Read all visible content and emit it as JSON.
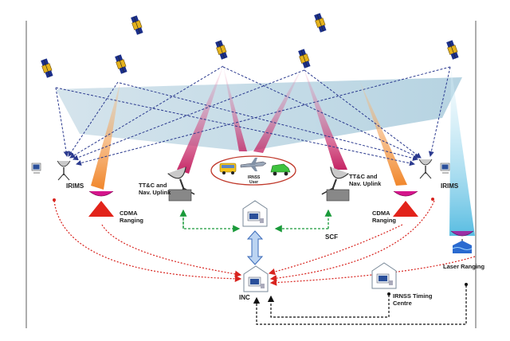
{
  "figure_title": "Figure 3 IRNSS architecture",
  "labels": {
    "irims_left": "IRIMS",
    "irims_right": "IRIMS",
    "cdma_left": [
      "CDMA",
      "Ranging"
    ],
    "cdma_right": [
      "CDMA",
      "Ranging"
    ],
    "ttc_left": [
      "TT&C and",
      "Nav. Uplink"
    ],
    "ttc_right": [
      "TT&C and",
      "Nav. Uplink"
    ],
    "user": [
      "IRNSS",
      "User"
    ],
    "scf": "SCF",
    "inc": "INC",
    "laser": "Laser Ranging",
    "timing": [
      "IRNSS Timing",
      "Centre"
    ]
  },
  "colors": {
    "dashed_blue": "#2b3a8f",
    "dashed_red": "#d8231e",
    "dashed_green": "#1a9a3a",
    "cone_pink": "#c2185b",
    "cone_orange": "#f08020",
    "cone_lightblue": "#8fd3ea",
    "ellipse_outline": "#c0392b"
  }
}
